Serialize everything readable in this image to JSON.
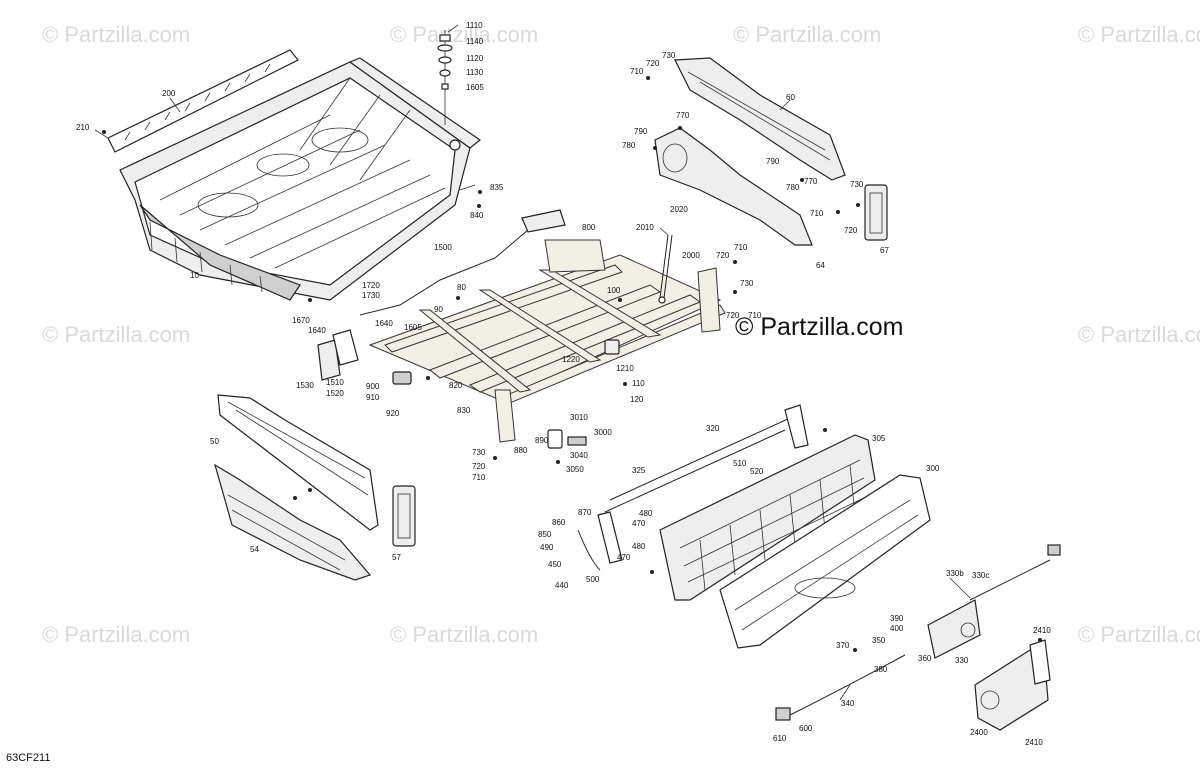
{
  "watermark": "© Partzilla.com",
  "brand_watermark": "© Partzilla.com",
  "figure_code": "63CF211",
  "callouts": {
    "c10": "10",
    "c200": "200",
    "c210": "210",
    "c1110": "1110",
    "c1140": "1140",
    "c1120": "1120",
    "c1130": "1130",
    "c1605a": "1605",
    "c835": "835",
    "c840": "840",
    "c730a": "730",
    "c720a": "720",
    "c710a": "710",
    "c60": "60",
    "c770a": "770",
    "c790a": "790",
    "c780a": "780",
    "c790b": "790",
    "c780b": "780",
    "c770b": "770",
    "c730b": "730",
    "c710b": "710",
    "c720b": "720",
    "c64": "64",
    "c67": "67",
    "c800": "800",
    "c2010": "2010",
    "c2020": "2020",
    "c2000": "2000",
    "c1500": "1500",
    "c710c": "710",
    "c720c": "720",
    "c730c": "730",
    "c720d": "720",
    "c710d": "710",
    "c1720": "1720",
    "c1730": "1730",
    "c80": "80",
    "c90": "90",
    "c100": "100",
    "c1670": "1670",
    "c1640a": "1640",
    "c1640b": "1640",
    "c1605b": "1605",
    "c1220": "1220",
    "c1210": "1210",
    "c1530": "1530",
    "c1510": "1510",
    "c1520": "1520",
    "c900": "900",
    "c910": "910",
    "c920": "920",
    "c820": "820",
    "c830": "830",
    "c110": "110",
    "c120": "120",
    "c50": "50",
    "c54": "54",
    "c57": "57",
    "c730d": "730",
    "c720e": "720",
    "c710e": "710",
    "c880": "880",
    "c890": "890",
    "c3010": "3010",
    "c3000": "3000",
    "c3040": "3040",
    "c3050": "3050",
    "c320": "320",
    "c305": "305",
    "c300": "300",
    "c325": "325",
    "c510": "510",
    "c520": "520",
    "c870": "870",
    "c860": "860",
    "c850": "850",
    "c490": "490",
    "c450": "450",
    "c440": "440",
    "c500": "500",
    "c480a": "480",
    "c470a": "470",
    "c480b": "480",
    "c470b": "470",
    "c330b": "330b",
    "c330c": "330c",
    "c330": "330",
    "c390": "390",
    "c400": "400",
    "c350": "350",
    "c370": "370",
    "c360": "360",
    "c380": "380",
    "c340": "340",
    "c610": "610",
    "c600": "600",
    "c2410a": "2410",
    "c2400": "2400",
    "c2410b": "2410"
  }
}
